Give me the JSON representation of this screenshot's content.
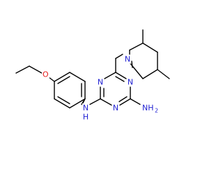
{
  "molecule": {
    "atoms": [
      {
        "id": "ring_N_top",
        "element": "N",
        "label": "N",
        "color": "#1f1fd2"
      },
      {
        "id": "ring_N_left",
        "element": "N",
        "label": "N",
        "color": "#1f1fd2"
      },
      {
        "id": "ring_N_right",
        "element": "N",
        "label": "N",
        "color": "#1f1fd2"
      },
      {
        "id": "piperidine_N",
        "element": "N",
        "label": "N",
        "color": "#1f1fd2"
      },
      {
        "id": "amine_NH",
        "element": "N",
        "label": "N",
        "color": "#1f1fd2"
      },
      {
        "id": "amine_NH_H",
        "element": "H",
        "label": "H",
        "color": "#1f1fd2"
      },
      {
        "id": "amino_NH2",
        "element": "N",
        "label": "NH",
        "color": "#1f1fd2"
      },
      {
        "id": "amino_NH2_sub",
        "element": "H",
        "label": "2",
        "color": "#1f1fd2"
      },
      {
        "id": "ether_O",
        "element": "O",
        "label": "O",
        "color": "#e61e1e"
      }
    ]
  }
}
